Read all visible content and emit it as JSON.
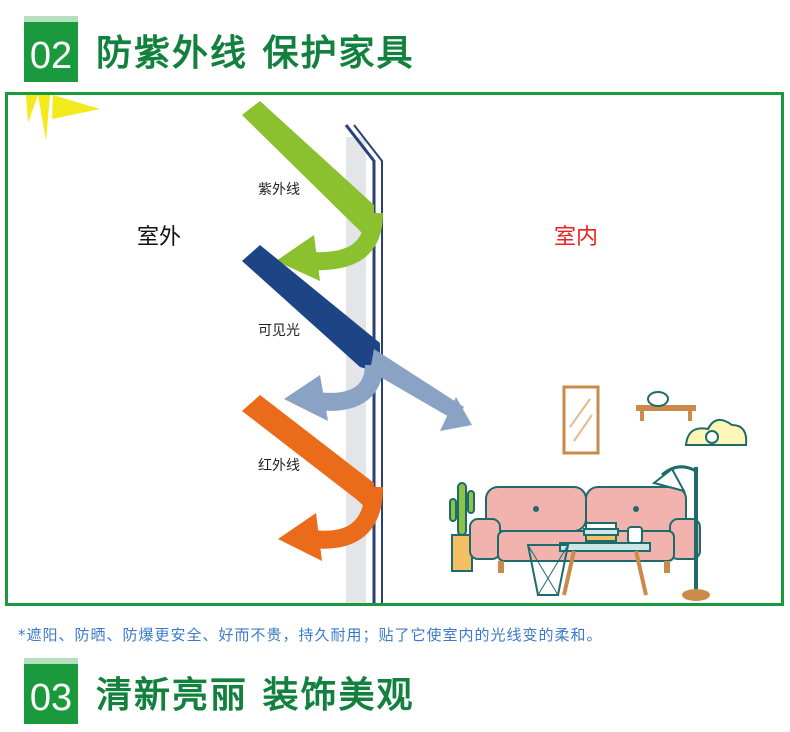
{
  "section2": {
    "number": "02",
    "title": "防紫外线 保护家具"
  },
  "diagram": {
    "outside_label": "室外",
    "inside_label": "室内",
    "rays": [
      {
        "label": "紫外线",
        "color": "#8bc02e"
      },
      {
        "label": "可见光",
        "color": "#1d4485"
      },
      {
        "label": "红外线",
        "color": "#ea6b1a"
      }
    ],
    "inside_label_color": "#e8231f"
  },
  "note": "*遮阳、防晒、防爆更安全、好而不贵，持久耐用；贴了它使室内的光线变的柔和。",
  "section3": {
    "number": "03",
    "title": "清新亮丽 装饰美观"
  }
}
